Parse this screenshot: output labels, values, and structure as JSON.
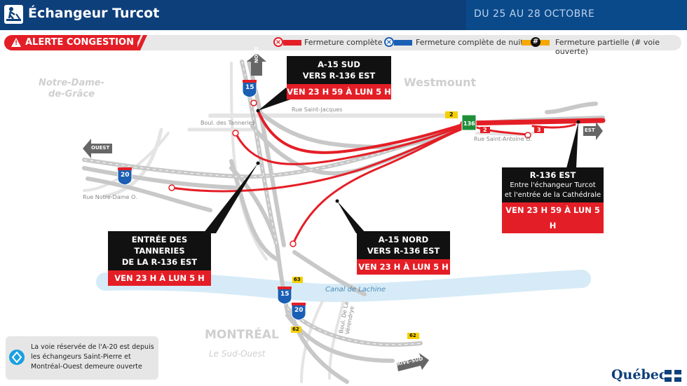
{
  "header": {
    "title": "Échangeur Turcot",
    "dates": "DU 25 AU 28 OCTOBRE"
  },
  "alert": {
    "label": "ALERTE CONGESTION"
  },
  "legend": {
    "full_closure": "Fermeture complète",
    "night_closure": "Fermeture complète de nuit",
    "partial_closure": "Fermeture partielle (# voie ouverte)",
    "partial_symbol": "#",
    "colors": {
      "full": "#e41e26",
      "night": "#1a5fb4",
      "partial": "#f5a800"
    }
  },
  "areas": {
    "ndg": "Notre-Dame-\nde-Grâce",
    "ndg_line1": "Notre-Dame-",
    "ndg_line2": "de-Grâce",
    "westmount": "Westmount",
    "montreal": "MONTRÉAL",
    "sud_ouest": "Le Sud-Ouest"
  },
  "streets": {
    "saint_jacques": "Rue Saint-Jacques",
    "tanneries": "Boul. des Tanneries",
    "notre_dame": "Rue Notre-Dame O.",
    "saint_antoine": "Rue Saint-Antoine O.",
    "la_verendrye": "Boul. De La Vérendrye",
    "canal": "Canal de Lachine"
  },
  "directions": {
    "nord": "NORD",
    "ouest": "OUEST",
    "est": "EST",
    "rive_sud": "RIVE-SUD"
  },
  "routes": {
    "a15": "15",
    "a20": "20",
    "r136": "136"
  },
  "lane_badges": {
    "b2_top": "2",
    "b2_est": "2",
    "b3_est": "3",
    "b63_canal": "63",
    "b62_left": "62",
    "b62_right": "62"
  },
  "callouts": {
    "a15_sud": {
      "line1": "A-15 SUD",
      "line2": "VERS R-136 EST",
      "time": "VEN 23 H 59 À LUN 5 H"
    },
    "r136_est": {
      "line1": "R-136 EST",
      "sub1": "Entre l'échangeur Turcot",
      "sub2": "et l'entrée de la Cathédrale",
      "time": "VEN 23 H 59 À LUN 5 H"
    },
    "tanneries": {
      "line1": "ENTRÉE DES TANNERIES",
      "line2": "DE LA R-136 EST",
      "time": "VEN 23 H À LUN 5 H"
    },
    "a15_nord": {
      "line1": "A-15 NORD",
      "line2": "VERS R-136 EST",
      "time": "VEN 23 H À LUN 5 H"
    }
  },
  "note": {
    "text": "La voie réservée de l'A-20 est depuis les échangeurs Saint-Pierre et Montréal-Ouest demeure ouverte"
  },
  "logo": {
    "text": "Québec"
  }
}
